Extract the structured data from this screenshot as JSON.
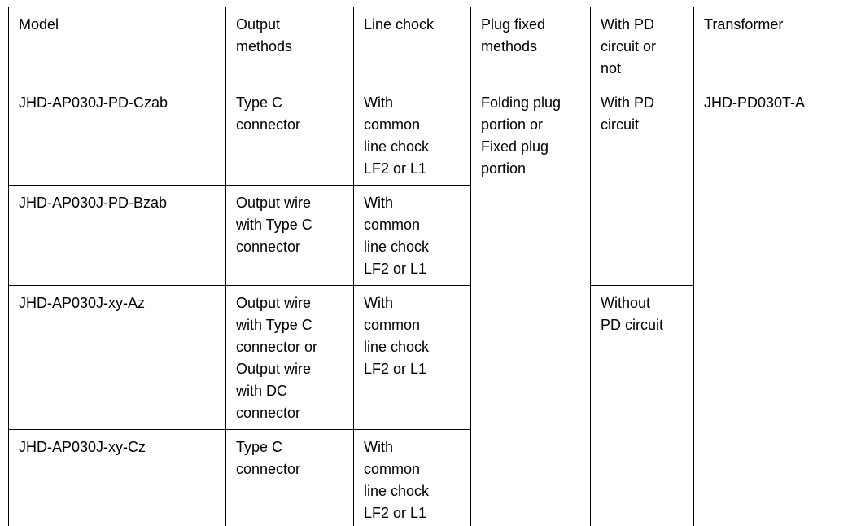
{
  "table": {
    "headers": {
      "model": "Model",
      "output": "Output\nmethods",
      "chock": "Line chock",
      "plug": "Plug fixed\nmethods",
      "pd": "With PD\ncircuit or\nnot",
      "transformer": "Transformer"
    },
    "rows": [
      {
        "model": "JHD-AP030J-PD-Czab",
        "output": "Type C\nconnector",
        "chock": "With\ncommon\nline chock\nLF2 or L1"
      },
      {
        "model": "JHD-AP030J-PD-Bzab",
        "output": "Output wire\nwith Type C\nconnector",
        "chock": "With\ncommon\nline chock\nLF2 or L1"
      },
      {
        "model": "JHD-AP030J-xy-Az",
        "output": "Output wire\nwith Type C\nconnector or\nOutput wire\nwith DC\nconnector",
        "chock": "With\ncommon\nline chock\nLF2 or L1"
      },
      {
        "model": "JHD-AP030J-xy-Cz",
        "output": "Type C\nconnector",
        "chock": "With\ncommon\nline chock\nLF2 or L1"
      }
    ],
    "plug_fixed": "Folding plug\nportion or\nFixed plug\nportion",
    "pd_with": "With PD\ncircuit",
    "pd_without": "Without\nPD circuit",
    "transformer": "JHD-PD030T-A"
  }
}
